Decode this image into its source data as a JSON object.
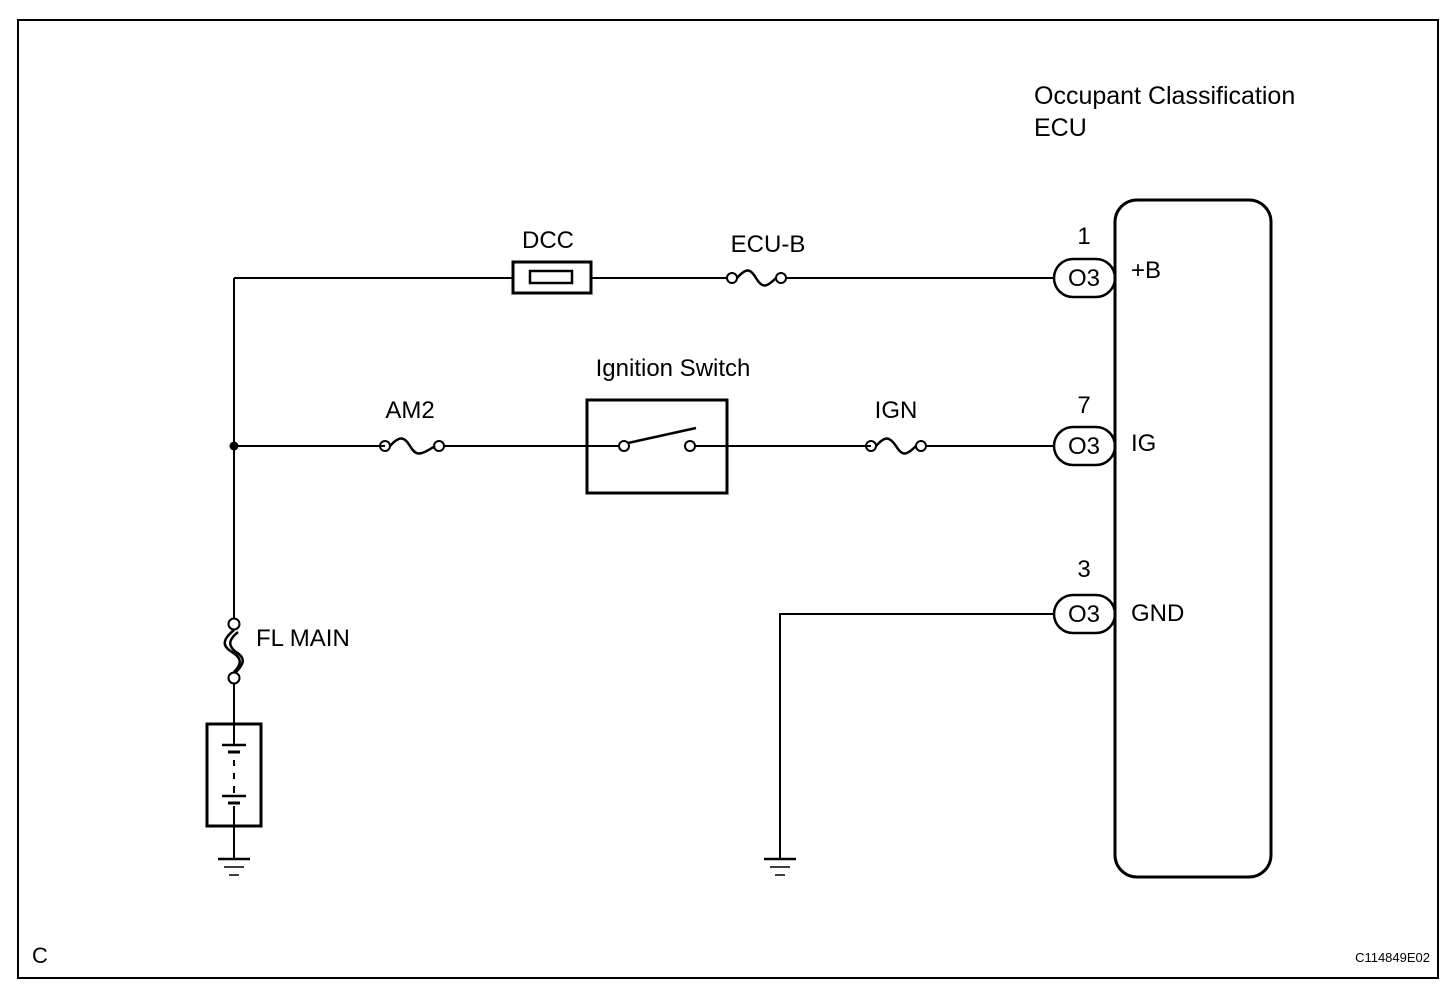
{
  "ecu": {
    "title_line1": "Occupant Classification",
    "title_line2": "ECU"
  },
  "components": {
    "dcc_label": "DCC",
    "ecu_b_label": "ECU-B",
    "ignition_switch_label": "Ignition Switch",
    "am2_label": "AM2",
    "ign_label": "IGN",
    "fl_main_label": "FL MAIN"
  },
  "pins": [
    {
      "number": "1",
      "connector": "O3",
      "name": "+B"
    },
    {
      "number": "7",
      "connector": "O3",
      "name": "IG"
    },
    {
      "number": "3",
      "connector": "O3",
      "name": "GND"
    }
  ],
  "footer": {
    "section_letter": "C",
    "figure_code": "C114849E02"
  }
}
